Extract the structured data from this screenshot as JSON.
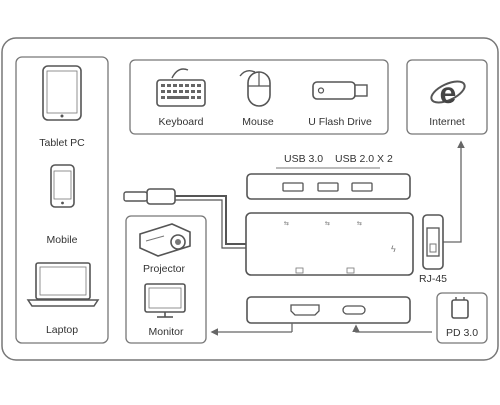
{
  "devices_panel": {
    "tablet": "Tablet PC",
    "mobile": "Mobile",
    "laptop": "Laptop"
  },
  "peripherals_panel": {
    "keyboard": "Keyboard",
    "mouse": "Mouse",
    "flash_drive": "U Flash Drive"
  },
  "internet_panel": {
    "label": "Internet"
  },
  "display_panel": {
    "projector": "Projector",
    "monitor": "Monitor"
  },
  "usb_ports": {
    "usb3": "USB 3.0",
    "usb2": "USB 2.0 X 2"
  },
  "rj45_label": "RJ-45",
  "pd_label": "PD 3.0"
}
